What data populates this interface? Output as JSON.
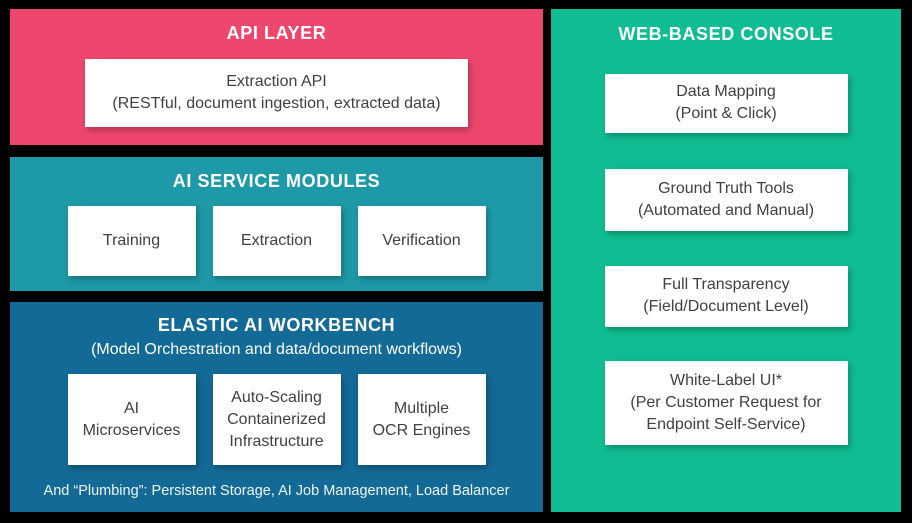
{
  "colors": {
    "background": "#000000",
    "api_layer": "#EE476E",
    "ai_service": "#1E99A8",
    "workbench": "#136A96",
    "console": "#10BD92",
    "card_bg": "#FFFFFF",
    "card_text": "#414042",
    "title_text": "#FFFFFF"
  },
  "sections": {
    "api_layer": {
      "title": "API LAYER",
      "cards": [
        {
          "lines": [
            "Extraction API",
            "(RESTful, document ingestion, extracted data)"
          ]
        }
      ]
    },
    "ai_service_modules": {
      "title": "AI SERVICE MODULES",
      "cards": [
        {
          "lines": [
            "Training"
          ]
        },
        {
          "lines": [
            "Extraction"
          ]
        },
        {
          "lines": [
            "Verification"
          ]
        }
      ]
    },
    "elastic_ai_workbench": {
      "title": "ELASTIC AI WORKBENCH",
      "subtitle": "(Model Orchestration and data/document workflows)",
      "cards": [
        {
          "lines": [
            "AI",
            "Microservices"
          ]
        },
        {
          "lines": [
            "Auto-Scaling",
            "Containerized",
            "Infrastructure"
          ]
        },
        {
          "lines": [
            "Multiple",
            "OCR Engines"
          ]
        }
      ],
      "footer": "And “Plumbing”: Persistent Storage, AI Job Management, Load Balancer"
    },
    "web_based_console": {
      "title": "WEB-BASED CONSOLE",
      "cards": [
        {
          "lines": [
            "Data Mapping",
            "(Point & Click)"
          ]
        },
        {
          "lines": [
            "Ground Truth Tools",
            "(Automated and Manual)"
          ]
        },
        {
          "lines": [
            "Full Transparency",
            "(Field/Document Level)"
          ]
        },
        {
          "lines": [
            "White-Label UI*",
            "(Per Customer Request for",
            "Endpoint Self-Service)"
          ]
        }
      ]
    }
  }
}
